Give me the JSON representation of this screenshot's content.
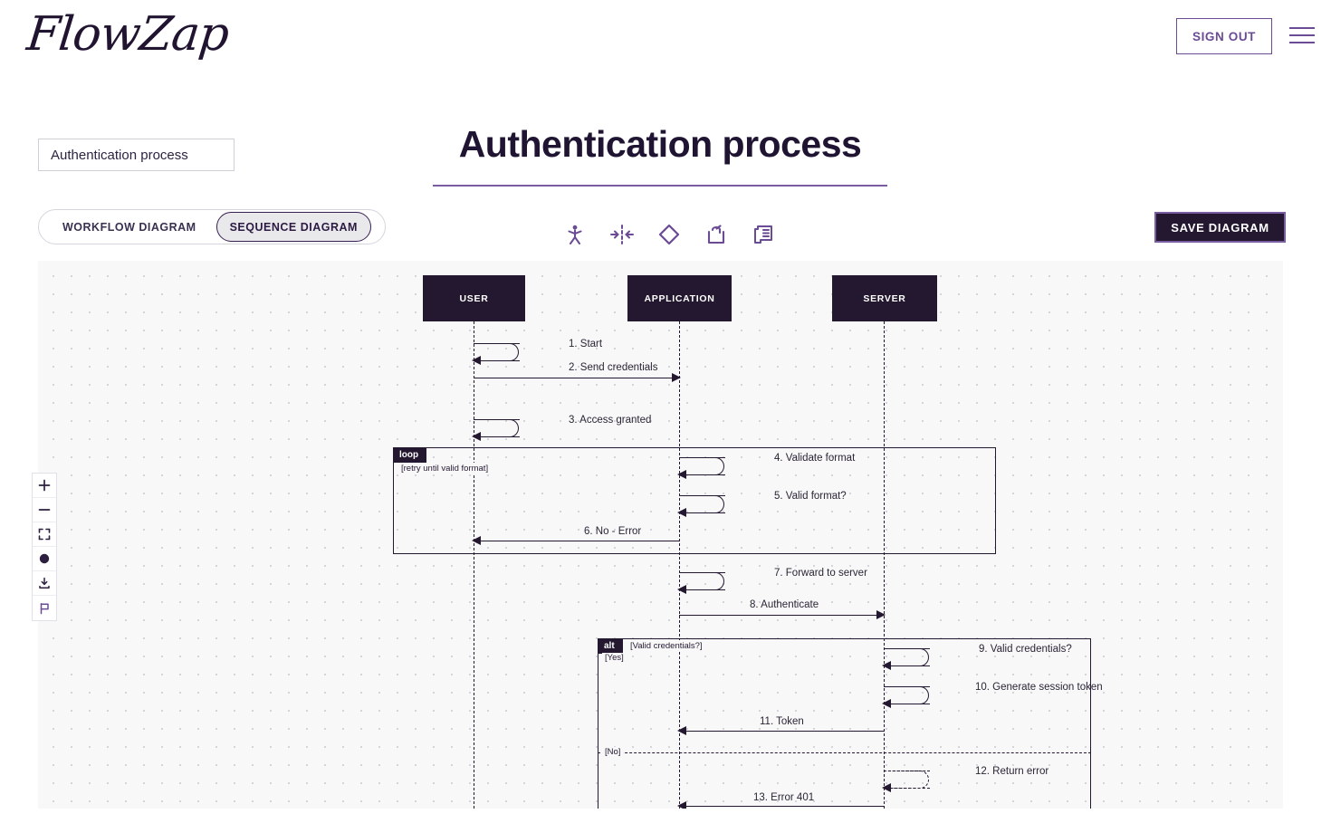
{
  "header": {
    "logo": "FlowZap",
    "sign_out_label": "SIGN OUT",
    "menu_icon": "hamburger-menu-icon"
  },
  "page": {
    "title": "Authentication process",
    "diagram_name_value": "Authentication process"
  },
  "toggle": {
    "workflow_label": "WORKFLOW DIAGRAM",
    "sequence_label": "SEQUENCE DIAGRAM",
    "active": "SEQUENCE DIAGRAM"
  },
  "toolbar": {
    "icons": [
      {
        "name": "actor-icon",
        "title": "Actor"
      },
      {
        "name": "collapse-horizontal-icon",
        "title": "Collapse"
      },
      {
        "name": "diamond-icon",
        "title": "Decision"
      },
      {
        "name": "export-icon",
        "title": "Export"
      },
      {
        "name": "note-scroll-icon",
        "title": "Note"
      }
    ],
    "save_label": "SAVE DIAGRAM"
  },
  "zoom_panel": {
    "buttons": [
      {
        "name": "zoom-in-button",
        "glyph": "+"
      },
      {
        "name": "zoom-out-button",
        "glyph": "−"
      },
      {
        "name": "fit-screen-button",
        "glyph": "fit"
      },
      {
        "name": "dot-button",
        "glyph": "dot"
      },
      {
        "name": "download-button",
        "glyph": "download"
      },
      {
        "name": "flag-button",
        "glyph": "flag"
      }
    ]
  },
  "colors": {
    "brand_purple": "#6b4b94",
    "dark_navy": "#241830",
    "canvas_bg": "#f8f8f9",
    "grid_dot": "#d4d4da",
    "accent_rule": "#7a5ca0"
  },
  "diagram": {
    "type": "sequence",
    "participants": [
      {
        "id": "user",
        "label": "USER"
      },
      {
        "id": "application",
        "label": "APPLICATION"
      },
      {
        "id": "server",
        "label": "SERVER"
      }
    ],
    "messages": [
      {
        "num": "1.",
        "text": "1. Start",
        "from": "user",
        "to": "user",
        "kind": "self",
        "style": "solid"
      },
      {
        "num": "2.",
        "text": "2. Send credentials",
        "from": "user",
        "to": "application",
        "kind": "call",
        "style": "solid"
      },
      {
        "num": "3.",
        "text": "3. Access granted",
        "from": "user",
        "to": "user",
        "kind": "self",
        "style": "solid"
      },
      {
        "num": "4.",
        "text": "4. Validate format",
        "from": "application",
        "to": "application",
        "kind": "self",
        "style": "solid"
      },
      {
        "num": "5.",
        "text": "5. Valid format?",
        "from": "application",
        "to": "application",
        "kind": "self",
        "style": "solid"
      },
      {
        "num": "6.",
        "text": "6. No - Error",
        "from": "application",
        "to": "user",
        "kind": "return",
        "style": "solid"
      },
      {
        "num": "7.",
        "text": "7. Forward to server",
        "from": "application",
        "to": "application",
        "kind": "self",
        "style": "solid"
      },
      {
        "num": "8.",
        "text": "8. Authenticate",
        "from": "application",
        "to": "server",
        "kind": "call",
        "style": "solid"
      },
      {
        "num": "9.",
        "text": "9. Valid credentials?",
        "from": "server",
        "to": "server",
        "kind": "self",
        "style": "solid"
      },
      {
        "num": "10.",
        "text": "10. Generate session token",
        "from": "server",
        "to": "server",
        "kind": "self",
        "style": "solid"
      },
      {
        "num": "11.",
        "text": "11. Token",
        "from": "server",
        "to": "application",
        "kind": "return",
        "style": "solid"
      },
      {
        "num": "12.",
        "text": "12. Return error",
        "from": "server",
        "to": "server",
        "kind": "self",
        "style": "dashed"
      },
      {
        "num": "13.",
        "text": "13. Error 401",
        "from": "server",
        "to": "application",
        "kind": "return",
        "style": "solid"
      }
    ],
    "fragments": [
      {
        "id": "loop",
        "tag": "loop",
        "condition": "[retry until valid format]",
        "guards": []
      },
      {
        "id": "alt",
        "tag": "alt",
        "condition": "[Valid credentials?]",
        "guards": [
          "[Yes]",
          "[No]"
        ]
      }
    ]
  }
}
